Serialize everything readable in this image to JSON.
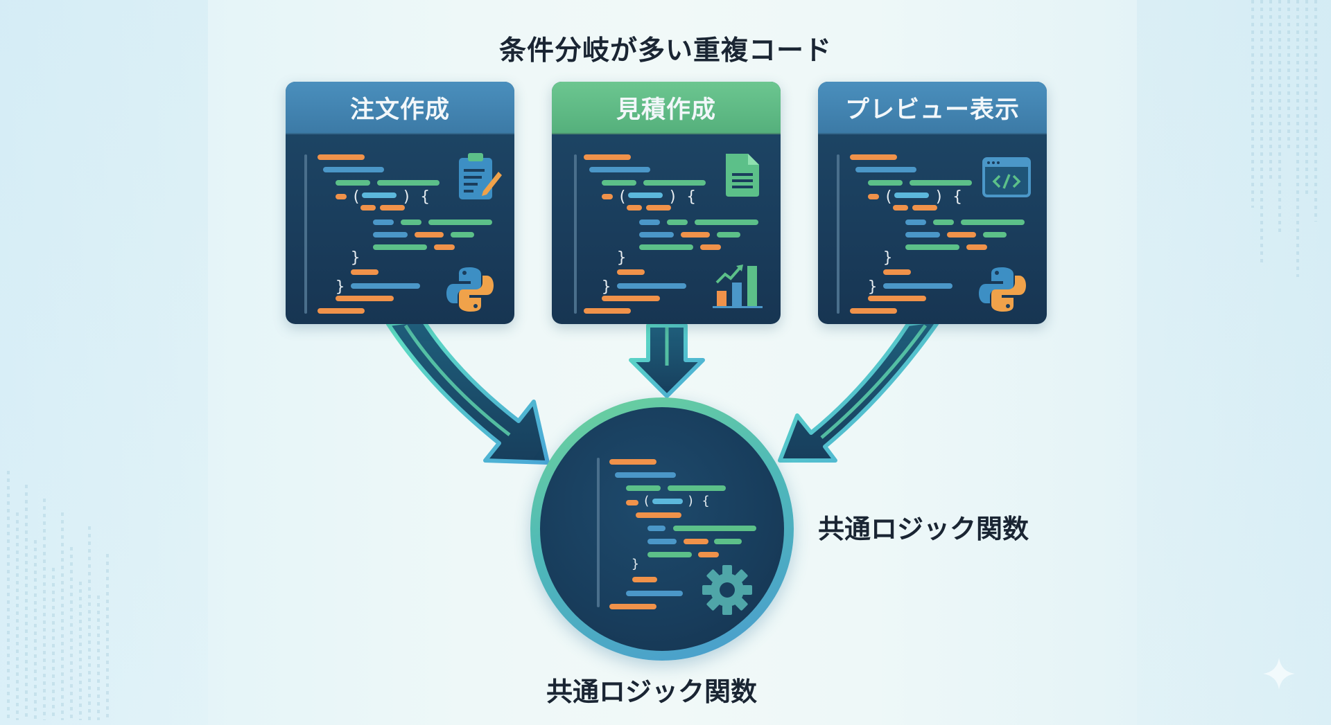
{
  "title": "条件分岐が多い重複コード",
  "cards": [
    {
      "label": "注文作成",
      "header_color": "#4186b4",
      "icon_top": "clipboard-edit-icon",
      "icon_bottom": "python-logo-icon"
    },
    {
      "label": "見積作成",
      "header_color": "#5fbb85",
      "icon_top": "document-icon",
      "icon_bottom": "growth-chart-icon"
    },
    {
      "label": "プレビュー表示",
      "header_color": "#4186b4",
      "icon_top": "code-window-icon",
      "icon_bottom": "python-logo-icon"
    }
  ],
  "common": {
    "label_right": "共通ロジック関数",
    "label_bottom": "共通ロジック関数",
    "icon": "gear-icon"
  },
  "code_glyphs": {
    "open_paren": "(",
    "close_paren_brace": ") {",
    "close_brace": "}"
  },
  "colors": {
    "orange": "#f0924a",
    "blue": "#4b97c8",
    "green": "#5cc089",
    "navy": "#1a3d5c"
  }
}
